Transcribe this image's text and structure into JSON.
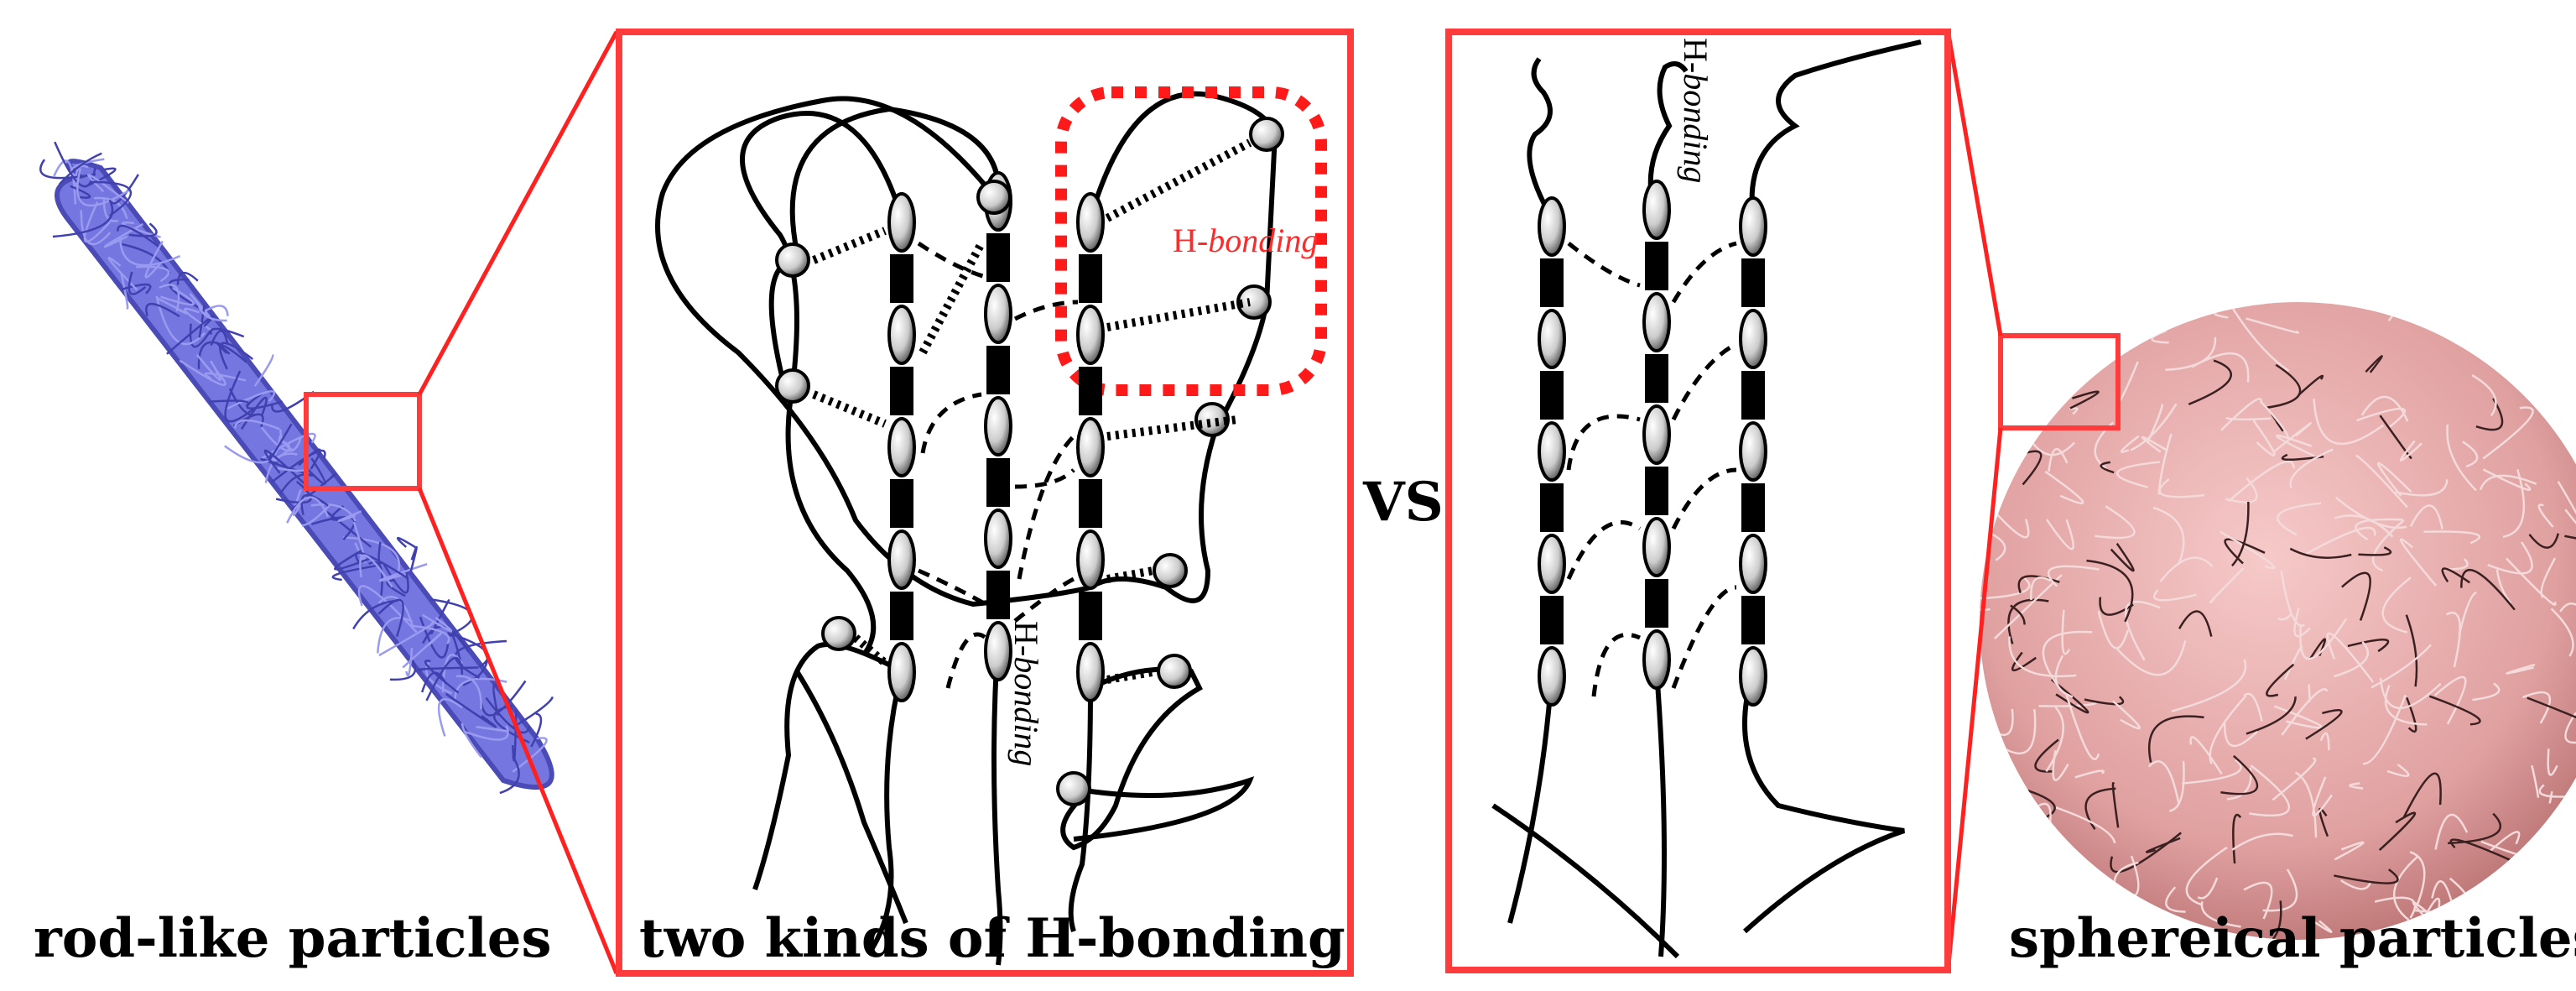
{
  "labels": {
    "rod": "rod-like particles",
    "two_kinds": "two kinds of H-bonding",
    "vs": "VS",
    "spherical": "sphereical particles"
  },
  "annotations": {
    "h_bonding_red_prefix": "H-",
    "h_bonding_red_italic": "bonding",
    "h_bonding_left_prefix": "H-",
    "h_bonding_left_italic": "bonding",
    "h_bonding_right_prefix": "H-",
    "h_bonding_right_italic": "bonding"
  },
  "colors": {
    "frame": "#ff3b3b",
    "rod": "#6b6bdc",
    "sphere": "#e8a0a0",
    "ink": "#000000"
  }
}
